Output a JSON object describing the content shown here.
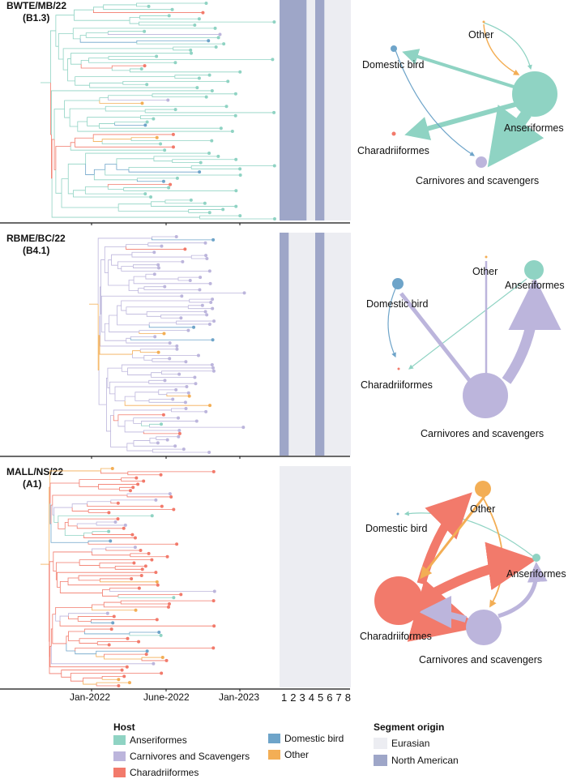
{
  "colors": {
    "anseriformes": "#8fd3c3",
    "carnivores": "#bcb5dc",
    "charadriiformes": "#f27a6b",
    "domestic": "#6ea4c9",
    "other": "#f3ae55",
    "eurasian": "#ecedf2",
    "north_american": "#9ea6c8"
  },
  "panels": [
    {
      "label_line1": "BWTE/MB/22",
      "label_line2": "(B1.3)",
      "segments_na": [
        1,
        2,
        3,
        5
      ],
      "network": {
        "nodes": {
          "other": "Other",
          "domestic": "Domestic bird",
          "anseriformes": "Anseriformes",
          "charadriiformes": "Charadriiformes",
          "carnivores": "Carnivores and scavengers"
        }
      }
    },
    {
      "label_line1": "RBME/BC/22",
      "label_line2": "(B4.1)",
      "segments_na": [
        1,
        5
      ],
      "network": {
        "nodes": {
          "other": "Other",
          "domestic": "Domestic bird",
          "anseriformes": "Anseriformes",
          "charadriiformes": "Charadriiformes",
          "carnivores": "Carnivores and scavengers"
        }
      }
    },
    {
      "label_line1": "MALL/NS/22",
      "label_line2": "(A1)",
      "segments_na": [],
      "network": {
        "nodes": {
          "other": "Other",
          "domestic": "Domestic bird",
          "anseriformes": "Anseriformes",
          "charadriiformes": "Charadriiformes",
          "carnivores": "Carnivores and scavengers"
        }
      }
    }
  ],
  "time_axis": [
    "Jan-2022",
    "June-2022",
    "Jan-2023"
  ],
  "segment_numbers": [
    "1",
    "2",
    "3",
    "4",
    "5",
    "6",
    "7",
    "8"
  ],
  "legend": {
    "host_title": "Host",
    "host_items": [
      "Anseriformes",
      "Carnivores and Scavengers",
      "Charadriiformes",
      "Domestic bird",
      "Other"
    ],
    "segment_title": "Segment origin",
    "segment_items": [
      "Eurasian",
      "North American"
    ]
  }
}
